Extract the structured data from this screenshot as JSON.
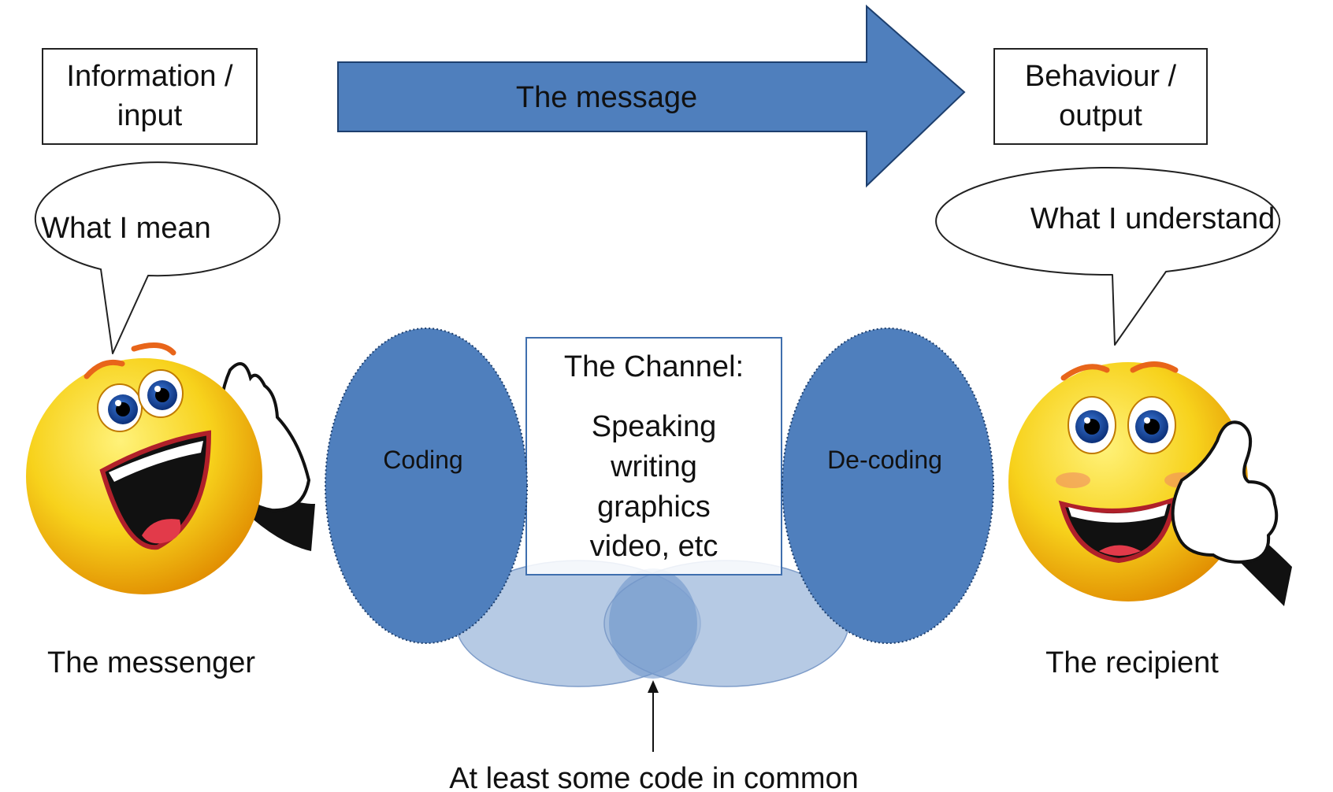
{
  "input_box": {
    "line1": "Information /",
    "line2": "input"
  },
  "output_box": {
    "line1": "Behaviour /",
    "line2": "output"
  },
  "message_arrow": {
    "label": "The message"
  },
  "messenger": {
    "speech": "What I mean",
    "caption": "The messenger"
  },
  "recipient": {
    "speech": "What I understand",
    "caption": "The recipient"
  },
  "coding": {
    "label": "Coding"
  },
  "decoding": {
    "label": "De-coding"
  },
  "channel": {
    "title": "The Channel:",
    "items": [
      "Speaking",
      "writing",
      "graphics",
      "video, etc"
    ]
  },
  "common_code": {
    "label": "At least some code in common"
  },
  "colors": {
    "shape_blue": "#4f7fbd",
    "light_blue": "#9db8db",
    "smiley_yellow": "#f7d21c",
    "eye_blue": "#1a4ea8",
    "mouth_red": "#b0202a"
  }
}
